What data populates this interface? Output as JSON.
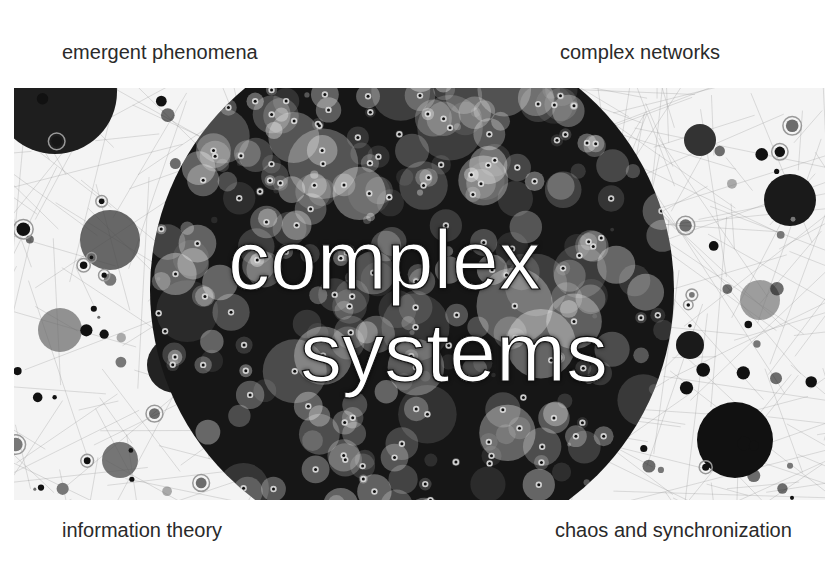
{
  "diagram": {
    "nodes": [
      {
        "text": [
          "complex systems"
        ]
      }
    ],
    "labels": [
      "emergent phenomena",
      "complex networks",
      "information theory",
      "chaos and synchronization"
    ]
  }
}
